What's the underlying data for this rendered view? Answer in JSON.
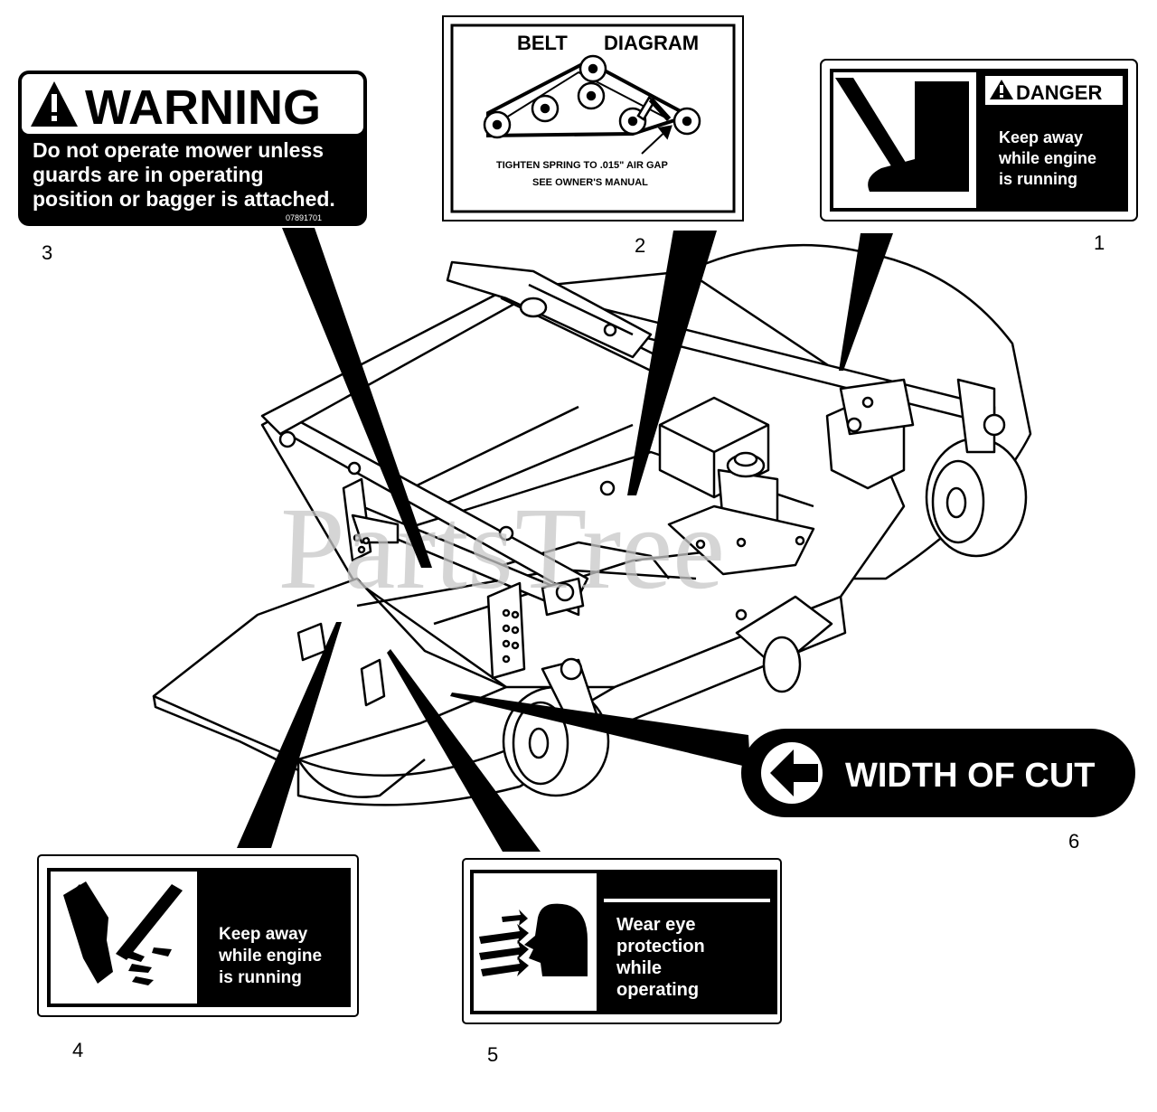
{
  "watermark": "PartsTree",
  "decals": {
    "warning": {
      "number": "3",
      "heading": "WARNING",
      "lines": [
        "Do not operate mower unless",
        "guards are in operating",
        "position or bagger is attached."
      ],
      "code": "07891701"
    },
    "belt": {
      "number": "2",
      "title_left": "BELT",
      "title_right": "DIAGRAM",
      "line1": "TIGHTEN SPRING TO .015\" AIR GAP",
      "line2": "SEE OWNER'S MANUAL"
    },
    "danger": {
      "number": "1",
      "heading": "DANGER",
      "lines": [
        "Keep away",
        "while engine",
        "is running"
      ]
    },
    "width": {
      "number": "6",
      "text": "WIDTH OF CUT"
    },
    "hand": {
      "number": "4",
      "lines": [
        "Keep away",
        "while engine",
        "is running"
      ]
    },
    "eye": {
      "number": "5",
      "lines": [
        "Wear eye",
        "protection",
        "while",
        "operating"
      ]
    }
  },
  "icons": [
    "warning-triangle-icon",
    "boot-icon",
    "hand-blade-icon",
    "face-debris-icon",
    "arrow-left-icon"
  ]
}
